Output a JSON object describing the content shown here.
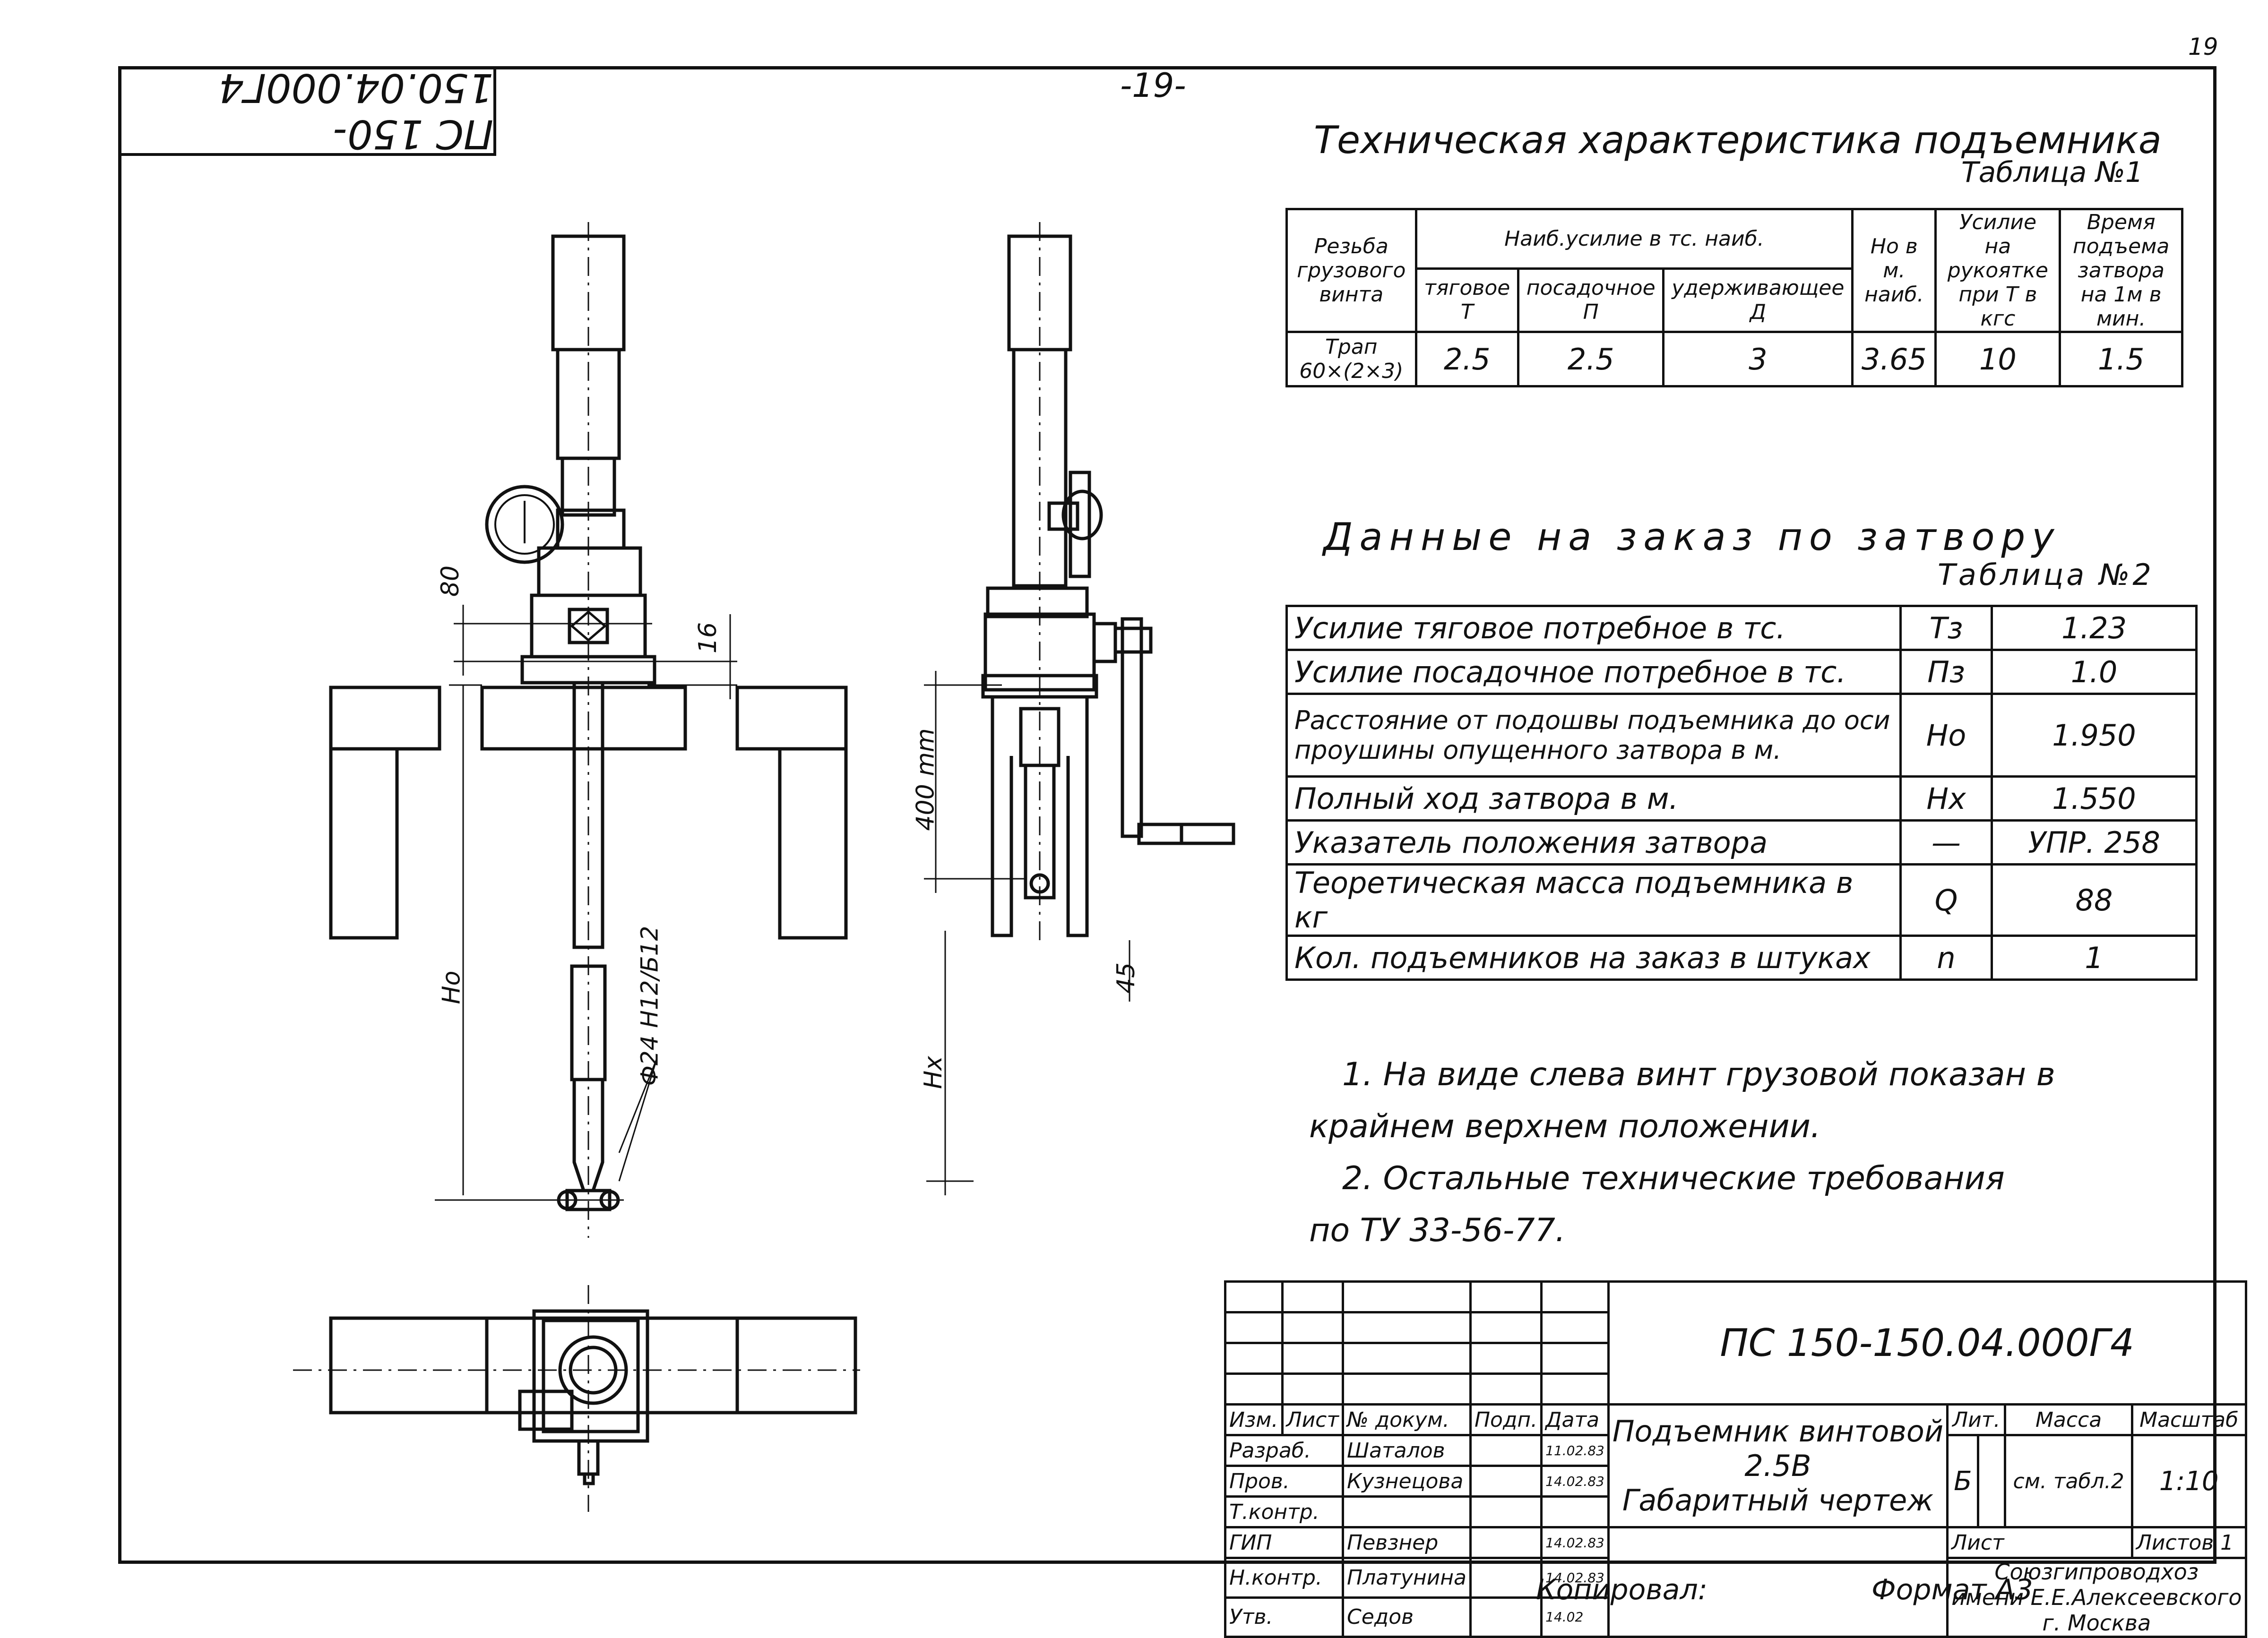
{
  "page_number": "-19-",
  "sheet_mark": "19",
  "doc_code_rotated": "ПС 150-150.04.000Г4",
  "table1": {
    "title": "Техническая характеристика подъемника",
    "label": "Таблица №1",
    "col_thread": "Резьба грузового винта",
    "col_force_group": "Наиб.усилие в тс. наиб.",
    "col_traction": "тяговое Т",
    "col_landing": "посадочное П",
    "col_holding": "удерживающее Д",
    "col_h": "Но в м. наиб.",
    "col_handle": "Усилие на рукоятке при Т в кгс",
    "col_time": "Время подъема затвора на 1м в мин.",
    "row_thread": "Трап 60×(2×3)",
    "row_traction": "2.5",
    "row_landing": "2.5",
    "row_holding": "3",
    "row_h": "3.65",
    "row_handle": "10",
    "row_time": "1.5"
  },
  "table2": {
    "title": "Данные на заказ по затвору",
    "label": "Таблица №2",
    "rows": [
      {
        "desc": "Усилие тяговое потребное в тс.",
        "sym": "Тз",
        "val": "1.23"
      },
      {
        "desc": "Усилие посадочное потребное в тс.",
        "sym": "Пз",
        "val": "1.0"
      },
      {
        "desc": "Расстояние от подошвы подъемника до оси проушины опущенного затвора в м.",
        "sym": "Но",
        "val": "1.950"
      },
      {
        "desc": "Полный ход затвора в м.",
        "sym": "Нх",
        "val": "1.550"
      },
      {
        "desc": "Указатель положения затвора",
        "sym": "—",
        "val": "УПР. 258"
      },
      {
        "desc": "Теоретическая масса подъемника в кг",
        "sym": "Q",
        "val": "88"
      },
      {
        "desc": "Кол. подъемников на заказ в штуках",
        "sym": "n",
        "val": "1"
      }
    ]
  },
  "notes": {
    "note1_line1": "1. На виде слева винт грузовой показан в",
    "note1_line2": "крайнем верхнем положении.",
    "note2_line1": "2. Остальные технические требования",
    "note2_line2": "по ТУ 33-56-77."
  },
  "drawing_labels": {
    "dim_80": "80",
    "dim_16": "16",
    "dim_ho": "Но",
    "dim_hx": "Нх",
    "dim_400": "400 mm",
    "dim_45": "45",
    "dim_phi": "Ф24 Н12/Б12"
  },
  "title_block": {
    "designation": "ПС 150-150.04.000Г4",
    "product_name_1": "Подъемник винтовой",
    "product_name_2": "2.5В",
    "product_name_3": "Габаритный чертеж",
    "h_izm": "Изм.",
    "h_list": "Лист",
    "h_ndoc": "№ докум.",
    "h_podp": "Подп.",
    "h_date": "Дата",
    "role_1": "Разраб.",
    "name_1": "Шаталов",
    "date_1": "11.02.83",
    "role_2": "Пров.",
    "name_2": "Кузнецова",
    "date_2": "14.02.83",
    "role_3": "Т.контр.",
    "name_3": "",
    "date_3": "",
    "role_4": "ГИП",
    "name_4": "Певзнер",
    "date_4": "14.02.83",
    "role_5": "Н.контр.",
    "name_5": "Платунина",
    "date_5": "14.02.83",
    "role_6": "Утв.",
    "name_6": "Седов",
    "date_6": "14.02",
    "h_lit": "Лит.",
    "h_massa": "Масса",
    "h_masshtab": "Масштаб",
    "lit_value": "Б",
    "massa_value": "см. табл.2",
    "masshtab_value": "1:10",
    "sheet_label": "Лист",
    "sheets_label": "Листов 1",
    "org_1": "Союзгипроводхоз",
    "org_2": "имени Е.Е.Алексеевского",
    "org_3": "г. Москва"
  },
  "footer": {
    "copied": "Копировал:",
    "format": "Формат А3"
  }
}
